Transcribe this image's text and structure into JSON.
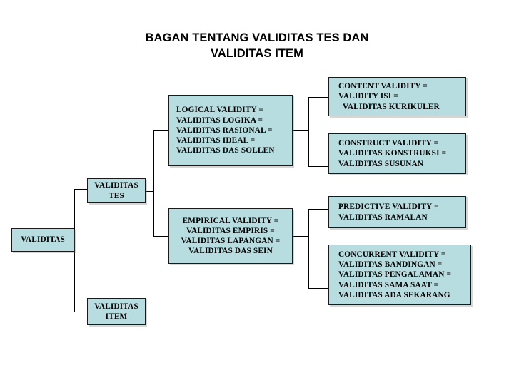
{
  "title": {
    "line1": "BAGAN TENTANG VALIDITAS TES DAN",
    "line2": "VALIDITAS ITEM"
  },
  "colors": {
    "box_fill": "#b7dde1",
    "box_border": "#1a1a1a",
    "text": "#000000",
    "background": "#ffffff"
  },
  "nodes": {
    "root": {
      "lines": [
        "VALIDITAS"
      ]
    },
    "validitas_tes": {
      "lines": [
        "VALIDITAS",
        "TES"
      ]
    },
    "validitas_item": {
      "lines": [
        "VALIDITAS",
        "ITEM"
      ]
    },
    "logical_validity": {
      "lines": [
        "LOGICAL VALIDITY =",
        "VALIDITAS LOGIKA =",
        "VALIDITAS RASIONAL =",
        "VALIDITAS IDEAL =",
        "VALIDITAS DAS SOLLEN"
      ]
    },
    "empirical_validity": {
      "lines": [
        "EMPIRICAL VALIDITY =",
        "VALIDITAS EMPIRIS =",
        "VALIDITAS LAPANGAN =",
        "VALIDITAS DAS SEIN"
      ]
    },
    "content_validity": {
      "lines": [
        "CONTENT VALIDITY =",
        "VALIDITY ISI =",
        "VALIDITAS KURIKULER"
      ]
    },
    "construct_validity": {
      "lines": [
        "CONSTRUCT VALIDITY =",
        "VALIDITAS KONSTRUKSI =",
        "VALIDITAS SUSUNAN"
      ]
    },
    "predictive_validity": {
      "lines": [
        "PREDICTIVE VALIDITY  =",
        "VALIDITAS RAMALAN"
      ]
    },
    "concurrent_validity": {
      "lines": [
        "CONCURRENT VALIDITY =",
        "VALIDITAS BANDINGAN =",
        "VALIDITAS PENGALAMAN =",
        "VALIDITAS SAMA SAAT =",
        "VALIDITAS ADA SEKARANG"
      ]
    }
  }
}
